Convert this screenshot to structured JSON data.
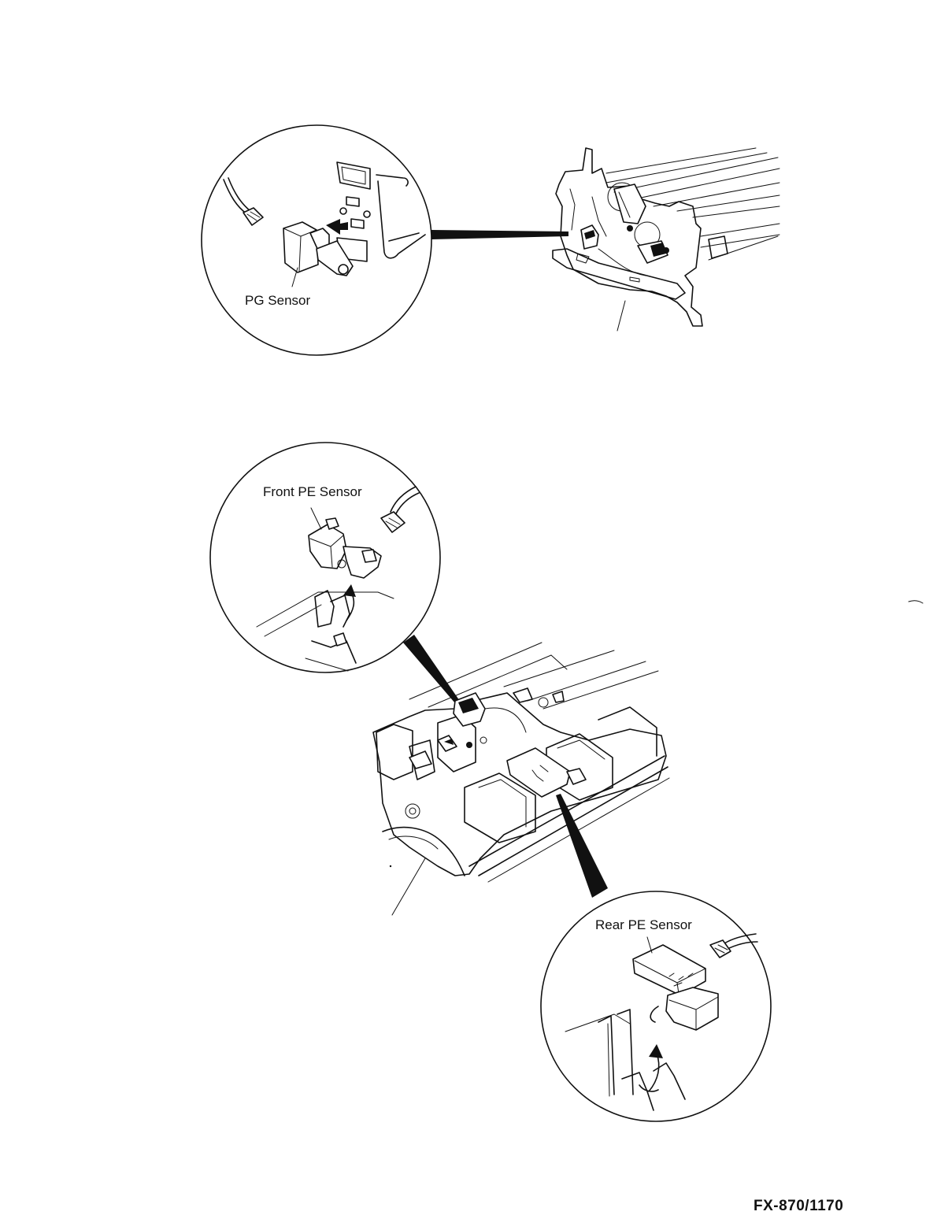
{
  "labels": {
    "pg_sensor": "PG Sensor",
    "front_pe_sensor": "Front PE Sensor",
    "rear_pe_sensor": "Rear PE Sensor"
  },
  "footer": {
    "model": "FX-870/1170"
  }
}
